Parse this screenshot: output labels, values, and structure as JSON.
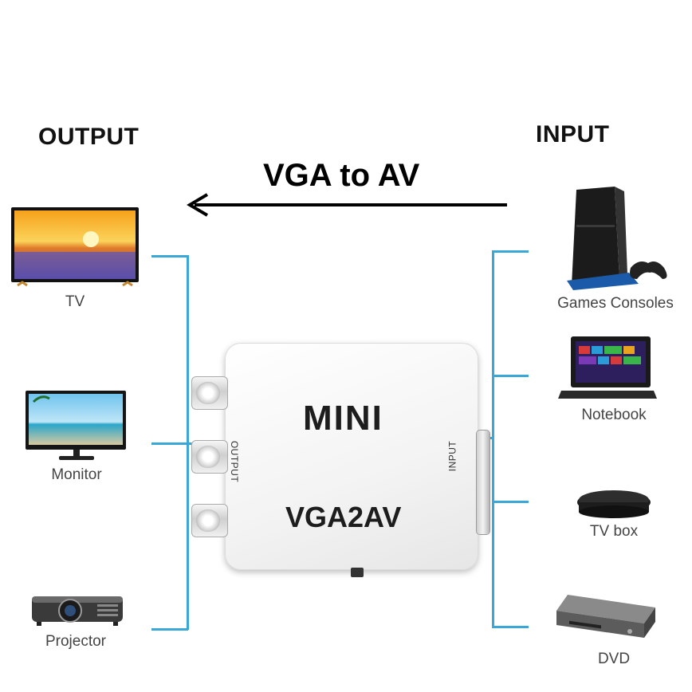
{
  "headings": {
    "output": "OUTPUT",
    "input": "INPUT"
  },
  "title": "VGA to AV",
  "converter": {
    "brand": "MINI",
    "model": "VGA2AV",
    "left_port_label": "OUTPUT",
    "right_port_label": "INPUT"
  },
  "output_devices": [
    {
      "label": "TV",
      "icon": "tv-icon"
    },
    {
      "label": "Monitor",
      "icon": "monitor-icon"
    },
    {
      "label": "Projector",
      "icon": "projector-icon"
    }
  ],
  "input_devices": [
    {
      "label": "Games Consoles",
      "icon": "game-console-icon"
    },
    {
      "label": "Notebook",
      "icon": "notebook-icon"
    },
    {
      "label": "TV box",
      "icon": "tv-box-icon"
    },
    {
      "label": "DVD",
      "icon": "dvd-player-icon"
    }
  ],
  "colors": {
    "wire": "#3aa7d6",
    "arrow": "#000000"
  }
}
